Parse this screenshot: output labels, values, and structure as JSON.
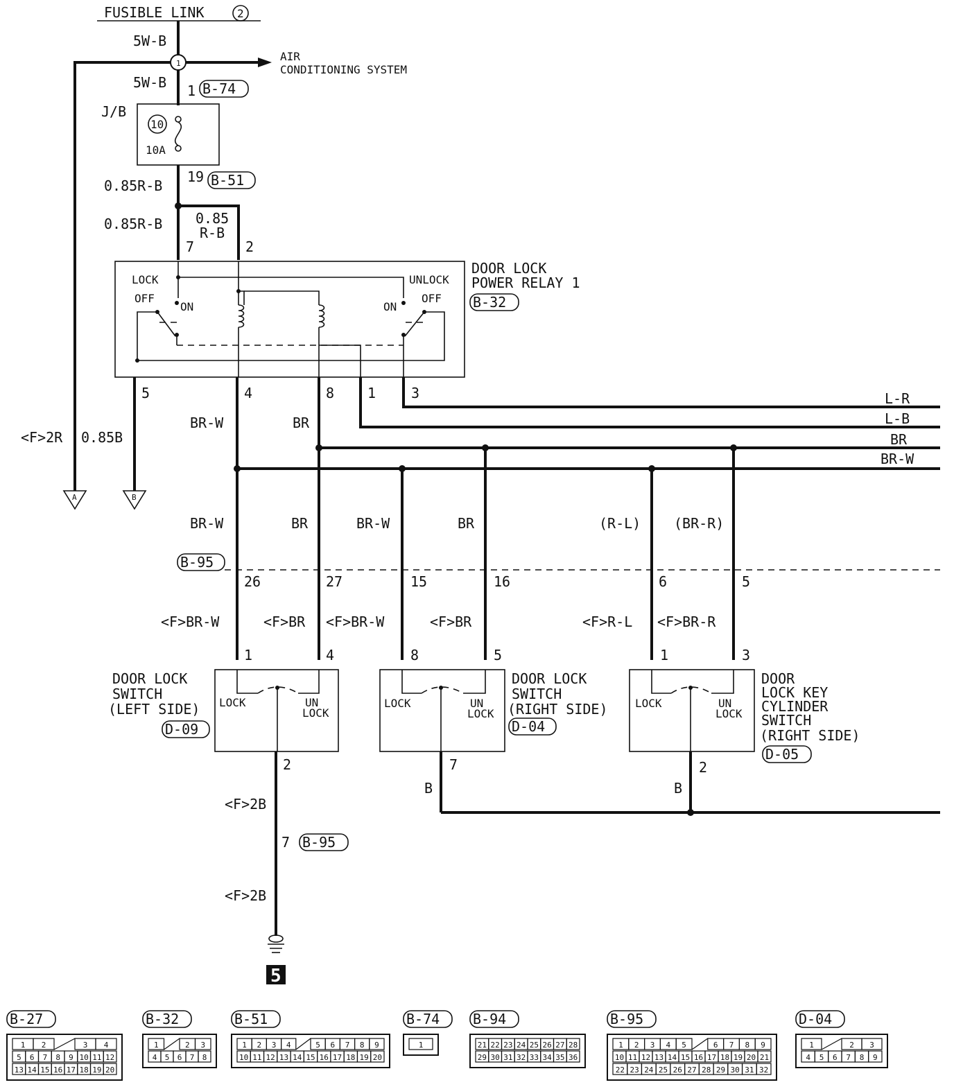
{
  "supply": {
    "fusible_link": "FUSIBLE LINK",
    "fusible_link_num": "2",
    "wire_5w_b": "5W-B",
    "splice_num": "1",
    "ac_line1": "AIR",
    "ac_line2": "CONDITIONING SYSTEM",
    "pin_1": "1",
    "conn_b74": "B-74",
    "jb": "J/B",
    "fuse_num": "10",
    "fuse_rating": "10A",
    "pin_19": "19",
    "conn_b51": "B-51",
    "wire_085rb": "0.85R-B",
    "wire_085": "0.85",
    "wire_rb": "R-B"
  },
  "relay": {
    "title_line1": "DOOR LOCK",
    "title_line2": "POWER RELAY 1",
    "conn": "B-32",
    "lock": "LOCK",
    "unlock": "UNLOCK",
    "off": "OFF",
    "on": "ON",
    "pins": {
      "p7": "7",
      "p2": "2",
      "p5": "5",
      "p4": "4",
      "p8": "8",
      "p1": "1",
      "p3": "3"
    }
  },
  "wires": {
    "f2r": "<F>2R",
    "w085b": "0.85B",
    "brw": "BR-W",
    "br": "BR",
    "lr": "L-R",
    "lb": "L-B",
    "rl_paren": "(R-L)",
    "brr_paren": "(BR-R)",
    "f_brw": "<F>BR-W",
    "f_br": "<F>BR",
    "f_rl": "<F>R-L",
    "f_brr": "<F>BR-R",
    "f_2b": "<F>2B",
    "b": "B"
  },
  "terminals": {
    "a": "A",
    "b": "B"
  },
  "joint": {
    "conn": "B-95",
    "p26": "26",
    "p27": "27",
    "p15": "15",
    "p16": "16",
    "p6": "6",
    "p5": "5",
    "p7": "7"
  },
  "switches": {
    "left": {
      "l1": "DOOR LOCK",
      "l2": "SWITCH",
      "l3": "(LEFT SIDE)",
      "conn": "D-09",
      "pin_a": "1",
      "pin_b": "4",
      "pin_gnd": "2"
    },
    "right": {
      "l1": "DOOR LOCK",
      "l2": "SWITCH",
      "l3": "(RIGHT SIDE)",
      "conn": "D-04",
      "pin_a": "8",
      "pin_b": "5",
      "pin_gnd": "7"
    },
    "key": {
      "l1": "DOOR",
      "l2": "LOCK KEY",
      "l3": "CYLINDER",
      "l4": "SWITCH",
      "l5": "(RIGHT SIDE)",
      "conn": "D-05",
      "pin_a": "1",
      "pin_b": "3",
      "pin_gnd": "2"
    },
    "lock": "LOCK",
    "un": "UN",
    "unlock_lock": "LOCK"
  },
  "ground": {
    "num": "5"
  },
  "connectors": [
    {
      "id": "B-27",
      "rows": [
        [
          "1",
          "2",
          "",
          "3",
          "4"
        ],
        [
          "5",
          "6",
          "7",
          "8",
          "9",
          "10",
          "11",
          "12"
        ],
        [
          "13",
          "14",
          "15",
          "16",
          "17",
          "18",
          "19",
          "20"
        ]
      ]
    },
    {
      "id": "B-32",
      "rows": [
        [
          "1",
          "",
          "2",
          "3"
        ],
        [
          "4",
          "5",
          "6",
          "7",
          "8"
        ]
      ]
    },
    {
      "id": "B-51",
      "rows": [
        [
          "1",
          "2",
          "3",
          "4",
          "",
          "5",
          "6",
          "7",
          "8",
          "9"
        ],
        [
          "10",
          "11",
          "12",
          "13",
          "14",
          "15",
          "16",
          "17",
          "18",
          "19",
          "20"
        ]
      ]
    },
    {
      "id": "B-74",
      "rows": [
        [
          "1"
        ]
      ]
    },
    {
      "id": "B-94",
      "rows": [
        [
          "21",
          "22",
          "23",
          "24",
          "25",
          "26",
          "27",
          "28"
        ],
        [
          "29",
          "30",
          "31",
          "32",
          "33",
          "34",
          "35",
          "36"
        ]
      ]
    },
    {
      "id": "B-95",
      "rows": [
        [
          "1",
          "2",
          "3",
          "4",
          "5",
          "",
          "6",
          "7",
          "8",
          "9"
        ],
        [
          "10",
          "11",
          "12",
          "13",
          "14",
          "15",
          "16",
          "17",
          "18",
          "19",
          "20",
          "21"
        ],
        [
          "22",
          "23",
          "24",
          "25",
          "26",
          "27",
          "28",
          "29",
          "30",
          "31",
          "32"
        ]
      ]
    },
    {
      "id": "D-04",
      "rows": [
        [
          "1",
          "",
          "2",
          "3"
        ],
        [
          "4",
          "5",
          "6",
          "7",
          "8",
          "9"
        ]
      ]
    }
  ]
}
